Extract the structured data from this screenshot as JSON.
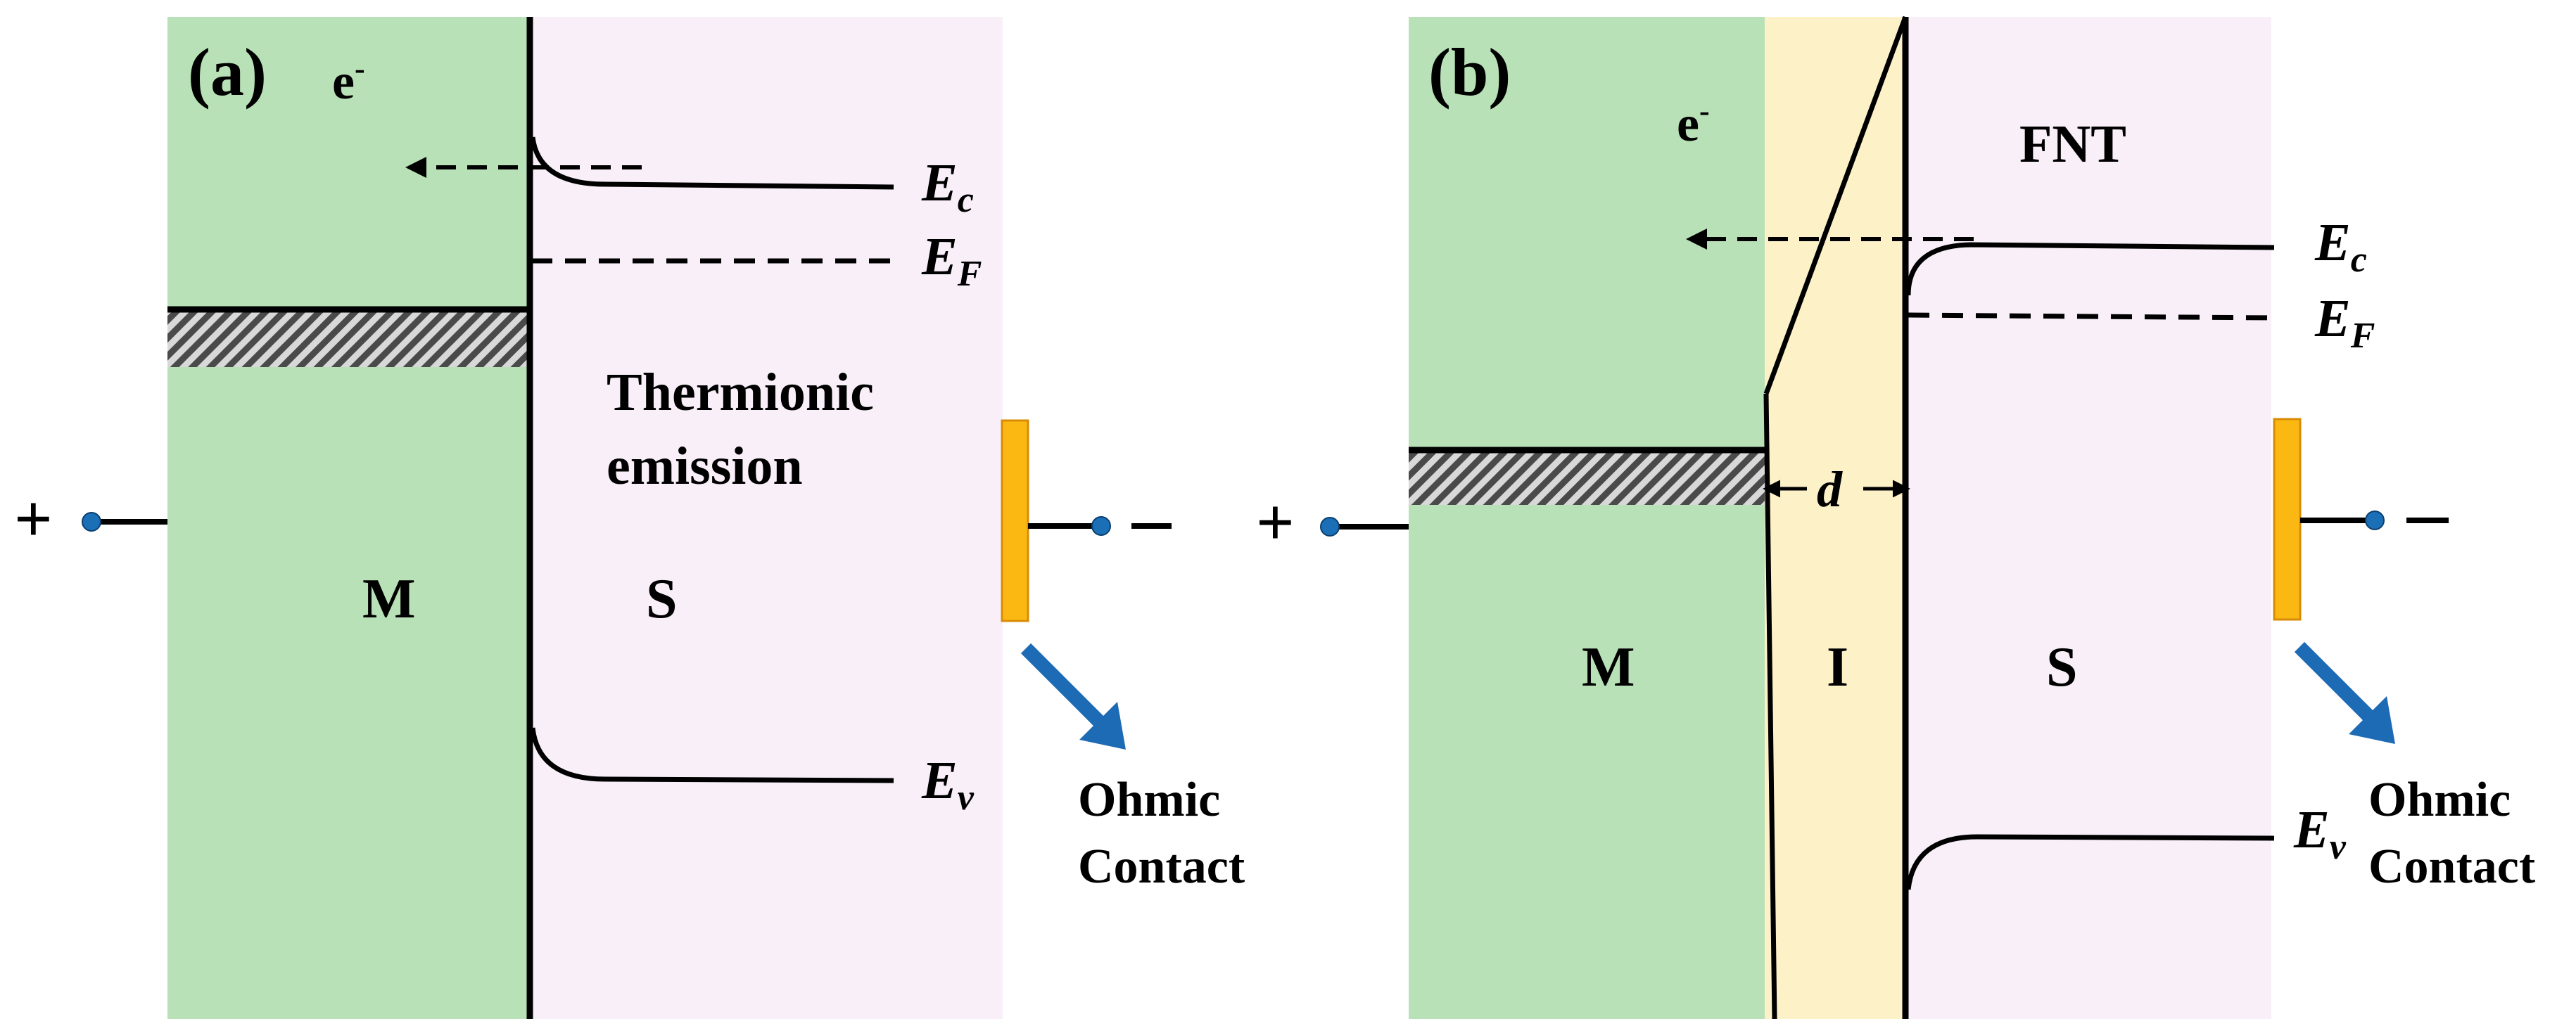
{
  "panel_a": {
    "label": "(a)",
    "electron": "e",
    "electron_sup": "-",
    "mechanism_line1": "Thermionic",
    "mechanism_line2": "emission",
    "metal": "M",
    "semiconductor": "S",
    "ec": {
      "main": "E",
      "sub": "c"
    },
    "ef": {
      "main": "E",
      "sub": "F"
    },
    "ev": {
      "main": "E",
      "sub": "v"
    },
    "contact_line1": "Ohmic",
    "contact_line2": "Contact",
    "plus": "+",
    "minus": "-"
  },
  "panel_b": {
    "label": "(b)",
    "electron": "e",
    "electron_sup": "-",
    "mechanism": "FNT",
    "metal": "M",
    "insulator": "I",
    "semiconductor": "S",
    "thickness": "d",
    "ec": {
      "main": "E",
      "sub": "c"
    },
    "ef": {
      "main": "E",
      "sub": "F"
    },
    "ev": {
      "main": "E",
      "sub": "v"
    },
    "contact_line1": "Ohmic",
    "contact_line2": "Contact",
    "plus": "+",
    "minus": "-"
  },
  "colors": {
    "metal": "#b9e1b7",
    "semiconductor": "#f8eff8",
    "insulator": "#fdf1c7",
    "contact_fill": "#fbb813",
    "contact_stroke": "#d98b06",
    "terminal": "#1a6fb7",
    "arrow": "#1d6bb5",
    "hatch_dark": "#4a4a4a",
    "hatch_light": "#d8d8d8"
  }
}
